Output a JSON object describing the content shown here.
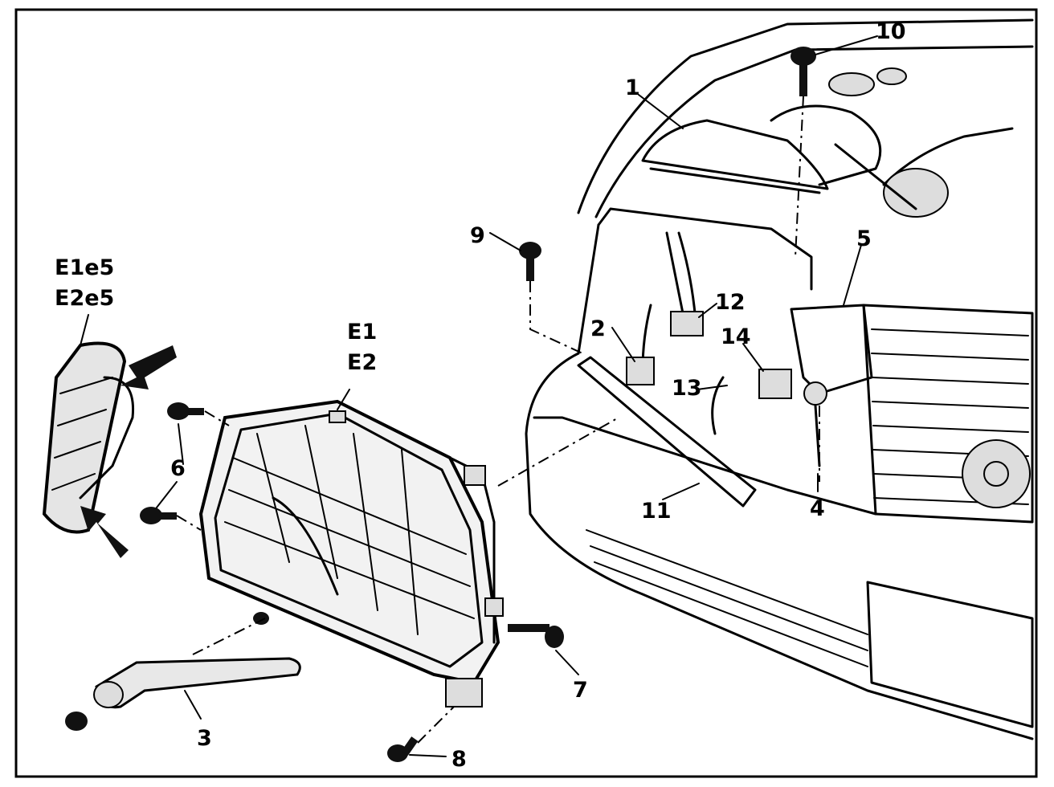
{
  "callouts": {
    "c1": "1",
    "c2": "2",
    "c3": "3",
    "c4": "4",
    "c5": "5",
    "c6": "6",
    "c7": "7",
    "c8": "8",
    "c9": "9",
    "c10": "10",
    "c11": "11",
    "c12": "12",
    "c13": "13",
    "c14": "14",
    "e1": "E1",
    "e2": "E2",
    "e1e5": "E1e5",
    "e2e5": "E2e5"
  }
}
